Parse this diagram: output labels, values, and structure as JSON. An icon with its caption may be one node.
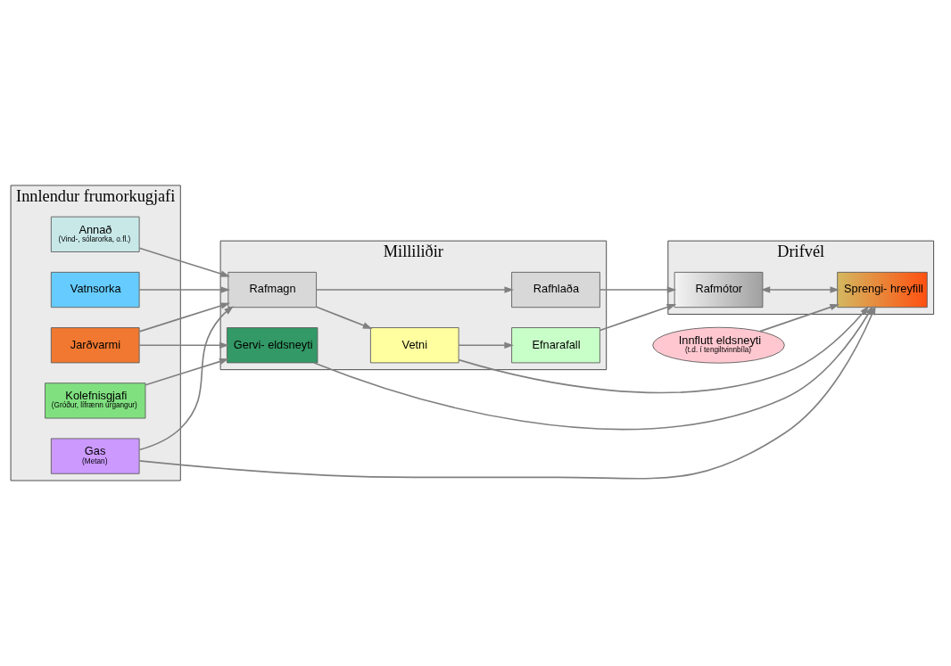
{
  "diagram": {
    "nodes": [
      {
        "text": [
          "Innlendur frumorkugjafi"
        ]
      },
      {
        "text": [
          "Jarðvarmi"
        ],
        "in": 0
      },
      {
        "text": [
          "Vatnsorka"
        ],
        "in": 0
      },
      {
        "text": [
          "Annað",
          "(Vind-, sólarorka, o.fl.)"
        ],
        "in": 0
      },
      {
        "text": [
          "Gas",
          "(Metan)"
        ],
        "in": 0
      },
      {
        "text": [
          "Kolefnisgjafi",
          "(Gróður, lífrænn úrgangur)"
        ],
        "in": 0
      },
      {
        "text": [
          "Milliliðir"
        ]
      },
      {
        "text": [
          "Rafmagn"
        ],
        "in": 6
      },
      {
        "text": [
          "Rafhlaða"
        ],
        "in": 6
      },
      {
        "text": [
          "Vetni"
        ],
        "in": 6
      },
      {
        "text": [
          "Efnarafall"
        ],
        "in": 6
      },
      {
        "text": [
          "Gervi- eldsneyti"
        ],
        "in": 6
      },
      {
        "text": [
          "Drifvél"
        ]
      },
      {
        "text": [
          "Rafmótor"
        ],
        "in": 12
      },
      {
        "text": [
          "Sprengi- hreyfill"
        ],
        "in": 12
      },
      {
        "text": [
          "Innflutt eldsneyti",
          "(t.d. í tengiltvinnbíla)"
        ]
      }
    ],
    "edges": [
      {
        "from": 1,
        "to": 7,
        "arrow": "to"
      },
      {
        "from": 2,
        "to": 7,
        "arrow": "to"
      },
      {
        "from": 3,
        "to": 7,
        "arrow": "to"
      },
      {
        "from": 4,
        "to": 7,
        "arrow": "to"
      },
      {
        "from": 1,
        "to": 11,
        "arrow": "to"
      },
      {
        "from": 5,
        "to": 11,
        "arrow": "to"
      },
      {
        "from": 4,
        "to": 14,
        "arrow": "to"
      },
      {
        "from": 7,
        "to": 8,
        "arrow": "to"
      },
      {
        "from": 7,
        "to": 9,
        "arrow": "to"
      },
      {
        "from": 9,
        "to": 10,
        "arrow": "to"
      },
      {
        "from": 8,
        "to": 13,
        "arrow": "to"
      },
      {
        "from": 10,
        "to": 13,
        "arrow": "to"
      },
      {
        "from": 9,
        "to": 14,
        "arrow": "to"
      },
      {
        "from": 11,
        "to": 14,
        "arrow": "to"
      },
      {
        "from": 13,
        "to": 14,
        "arrow": "both"
      },
      {
        "from": 15,
        "to": 14,
        "arrow": "to"
      }
    ]
  }
}
